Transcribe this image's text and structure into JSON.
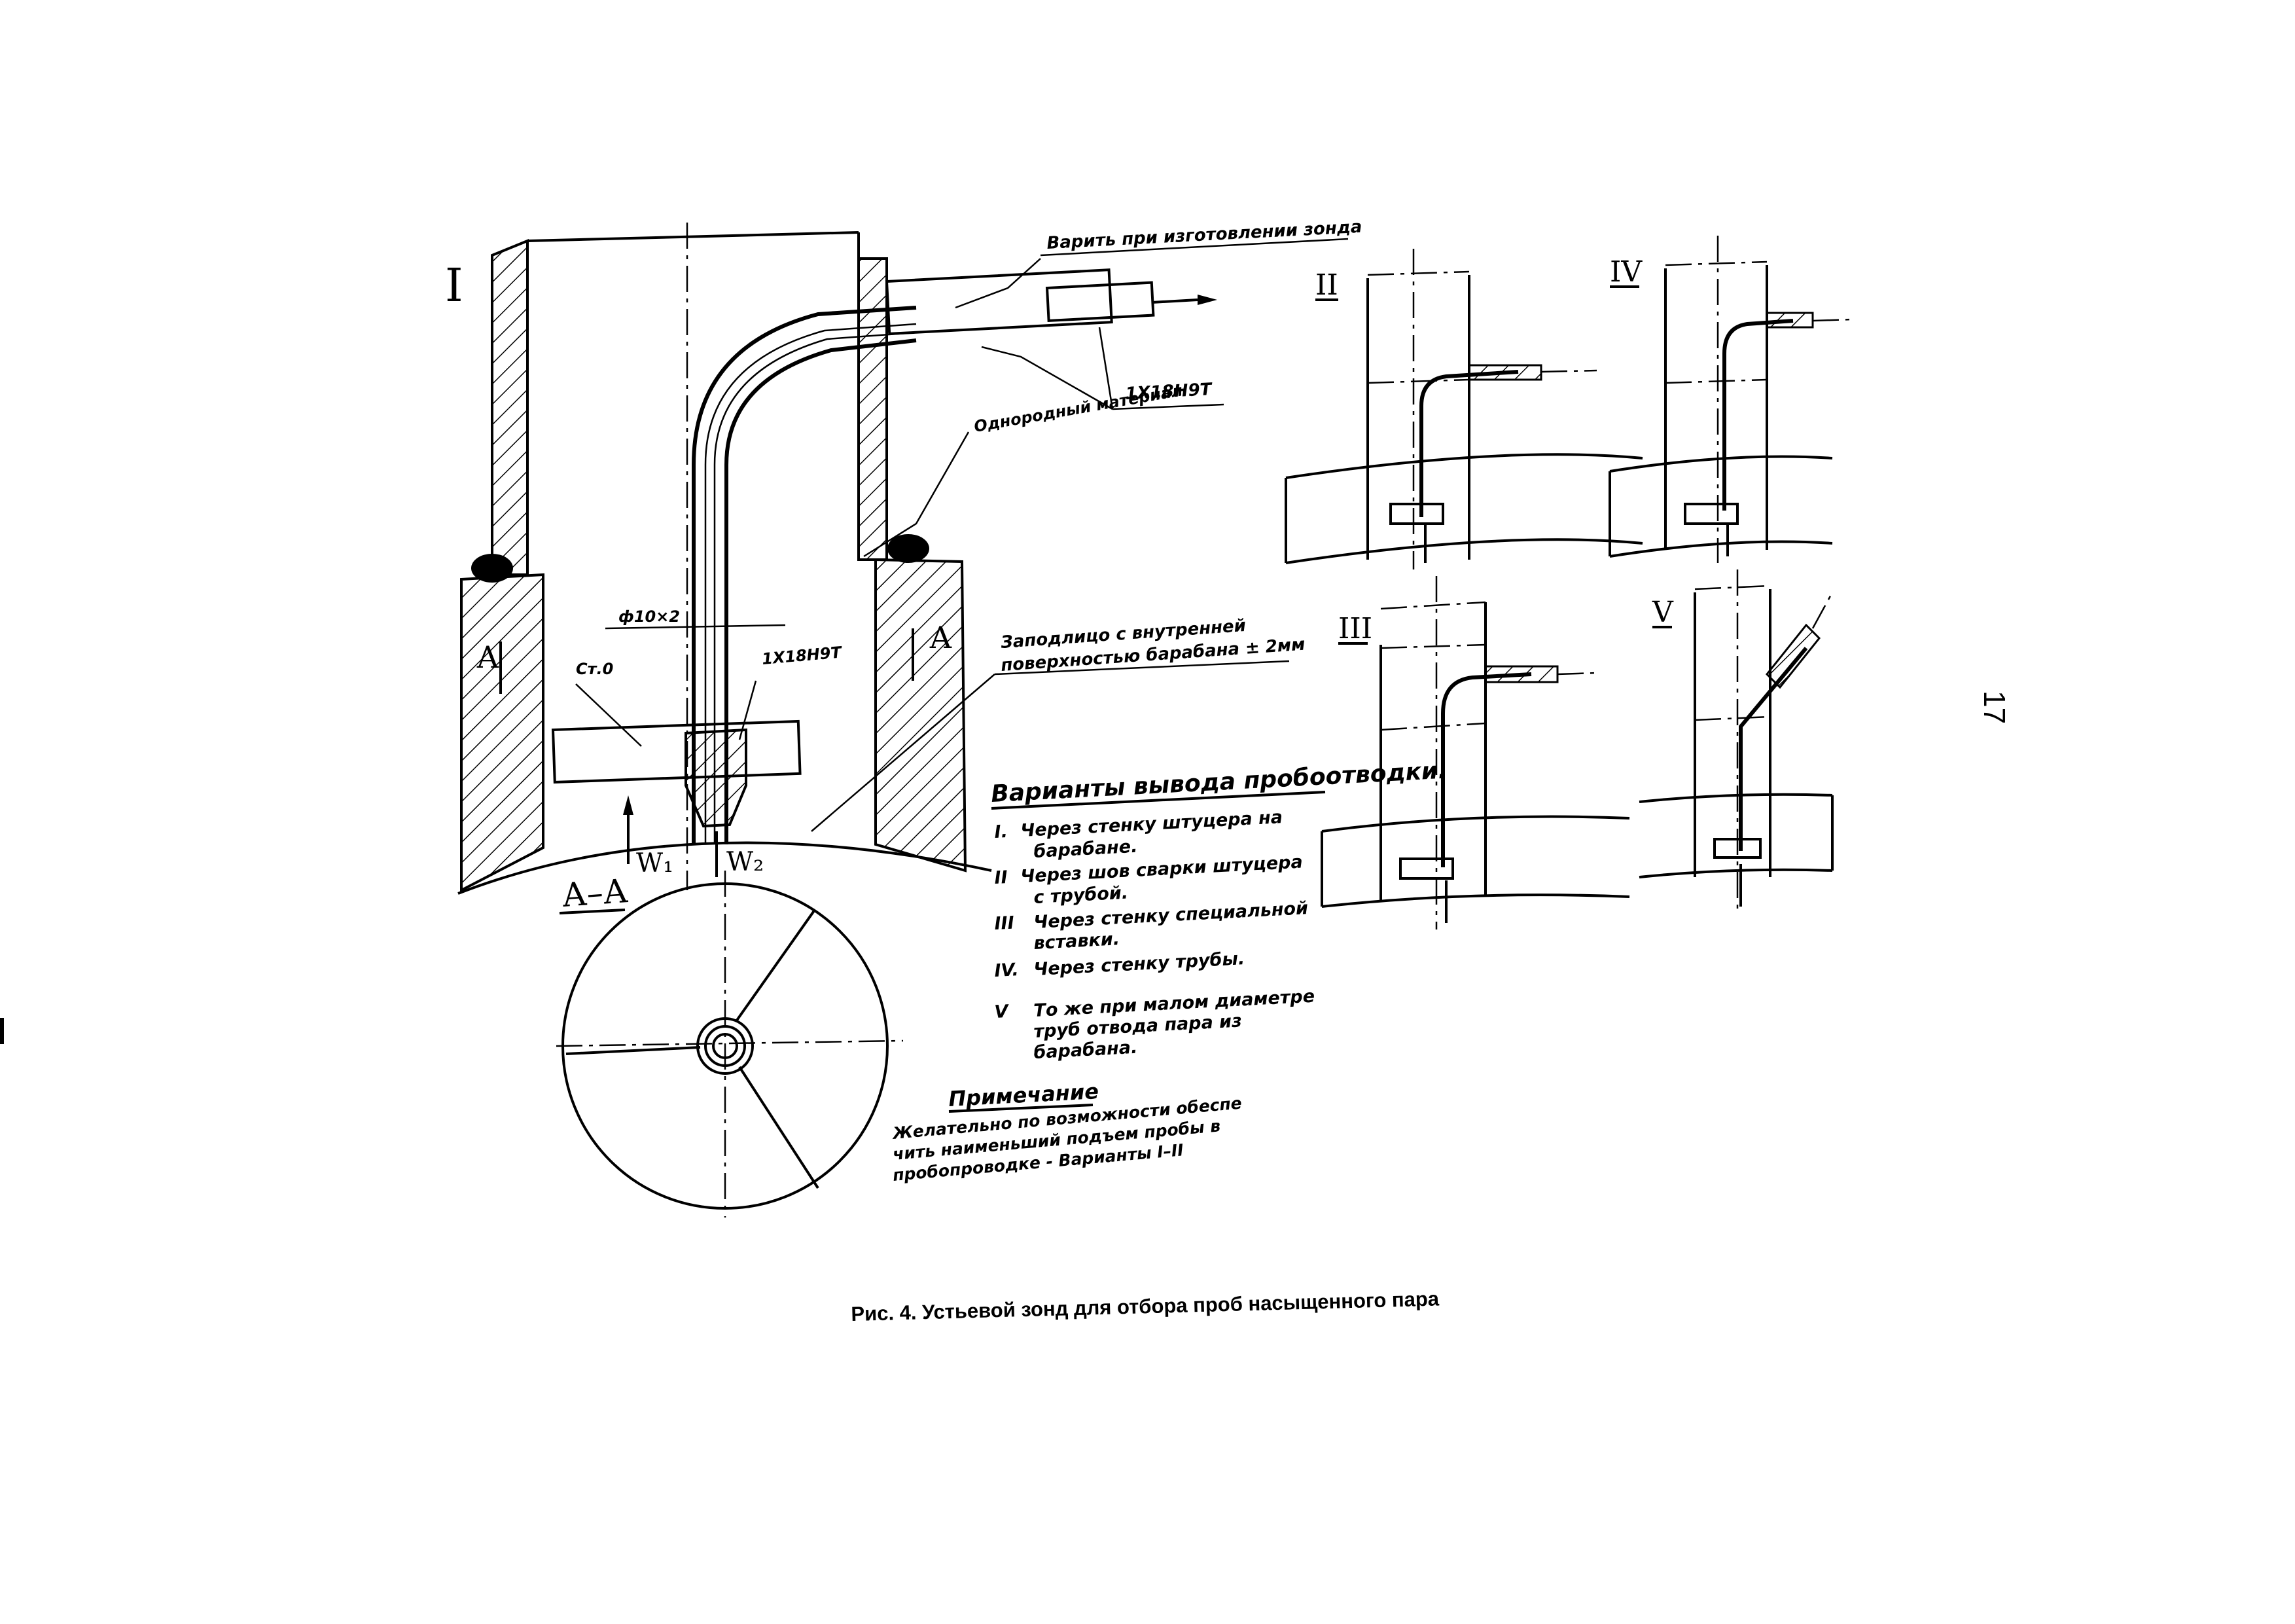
{
  "figure": {
    "caption": "Рис. 4. Устьевой зонд для отбора проб насыщенного пара",
    "page_number": "17"
  },
  "main_view": {
    "view_label": "I",
    "labels": {
      "weld_note": "Варить при изготовлении зонда",
      "steel_grade_top": "1Х18Н9Т",
      "material": "Однородный материал",
      "diameter": "ф10×2",
      "steel_grade_mid": "1Х18Н9Т",
      "plate_material": "Ст.0",
      "flush_note_line1": "Заподлицо с внутренней",
      "flush_note_line2": "поверхностью барабана ± 2мм",
      "section_left": "А",
      "section_right": "А",
      "flow_1": "W₁",
      "flow_2": "W₂"
    }
  },
  "section_view": {
    "label": "А–А"
  },
  "variants": {
    "labels": [
      "II",
      "IV",
      "III",
      "V"
    ]
  },
  "legend": {
    "title": "Варианты вывода пробоотводки.",
    "items": [
      {
        "num": "I.",
        "line1": "Через стенку штуцера на",
        "line2": "барабане."
      },
      {
        "num": "II",
        "line1": "Через шов сварки штуцера",
        "line2": "с трубой."
      },
      {
        "num": "III",
        "line1": "Через стенку специальной",
        "line2": "вставки."
      },
      {
        "num": "IV.",
        "line1": "Через стенку трубы.",
        "line2": ""
      },
      {
        "num": "V",
        "line1": "То же при малом диаметре",
        "line2": "труб отвода пара из",
        "line3": "барабана."
      }
    ]
  },
  "note": {
    "title": "Примечание",
    "line1": "Желательно по возможности обеспе",
    "line2": "чить наименьший подъем пробы в",
    "line3": "пробопроводке - Варианты I–II"
  }
}
